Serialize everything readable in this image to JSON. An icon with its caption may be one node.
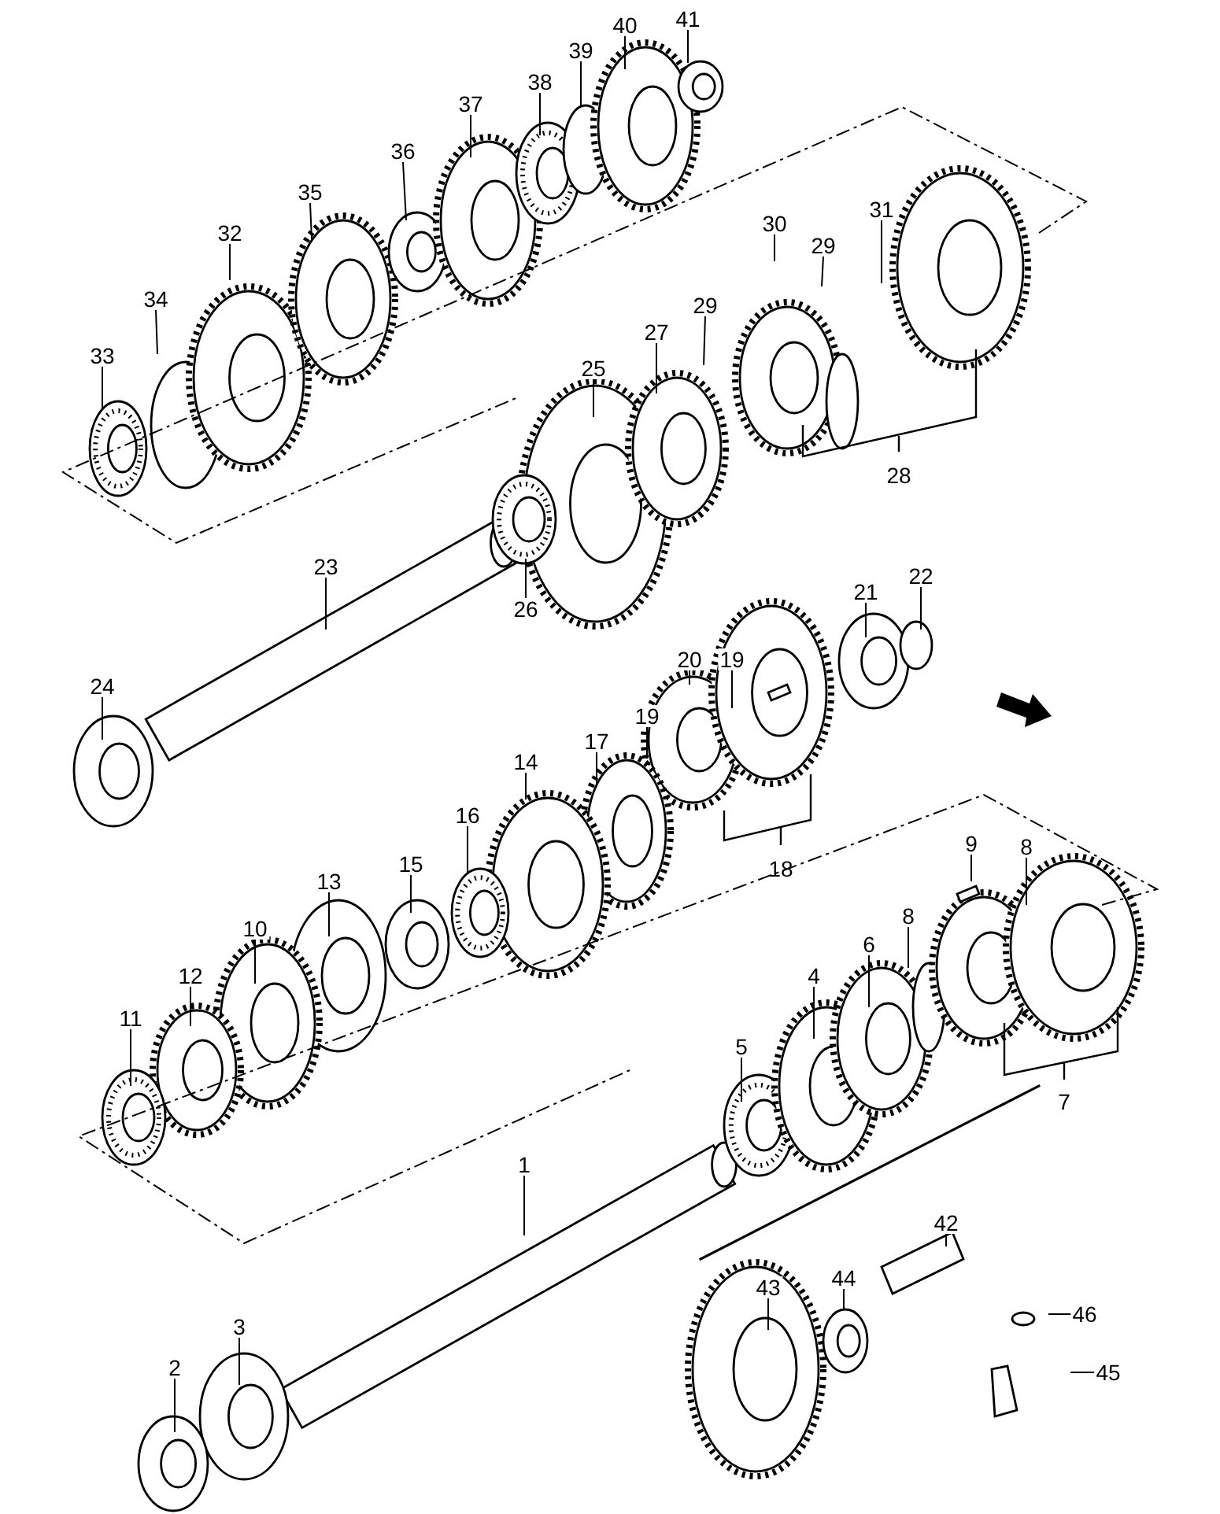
{
  "diagram": {
    "nodes": [
      {
        "text": [
          "41"
        ]
      },
      {
        "text": [
          "40"
        ]
      },
      {
        "text": [
          "39"
        ]
      },
      {
        "text": [
          "38"
        ]
      },
      {
        "text": [
          "37"
        ]
      },
      {
        "text": [
          "36"
        ]
      },
      {
        "text": [
          "35"
        ]
      },
      {
        "text": [
          "30"
        ]
      },
      {
        "text": [
          "31"
        ]
      },
      {
        "text": [
          "32"
        ]
      },
      {
        "text": [
          "29"
        ]
      },
      {
        "text": [
          "34"
        ]
      },
      {
        "text": [
          "29"
        ]
      },
      {
        "text": [
          "27"
        ]
      },
      {
        "text": [
          "33"
        ]
      },
      {
        "text": [
          "25"
        ]
      },
      {
        "text": [
          "22"
        ]
      },
      {
        "text": [
          "23"
        ]
      },
      {
        "text": [
          "21"
        ]
      },
      {
        "text": [
          "26"
        ]
      },
      {
        "text": [
          "20"
        ]
      },
      {
        "text": [
          "19"
        ]
      },
      {
        "text": [
          "24"
        ]
      },
      {
        "text": [
          "17"
        ]
      },
      {
        "text": [
          "19"
        ]
      },
      {
        "text": [
          "14"
        ]
      },
      {
        "text": [
          "16"
        ]
      },
      {
        "text": [
          "9"
        ]
      },
      {
        "text": [
          "8"
        ]
      },
      {
        "text": [
          "15"
        ]
      },
      {
        "text": [
          "13"
        ]
      },
      {
        "text": [
          "8"
        ]
      },
      {
        "text": [
          "10"
        ]
      },
      {
        "text": [
          "6"
        ]
      },
      {
        "text": [
          "12"
        ]
      },
      {
        "text": [
          "4"
        ]
      },
      {
        "text": [
          "11"
        ]
      },
      {
        "text": [
          "5"
        ]
      },
      {
        "text": [
          "1"
        ]
      },
      {
        "text": [
          "42"
        ]
      },
      {
        "text": [
          "44"
        ]
      },
      {
        "text": [
          "43"
        ]
      },
      {
        "text": [
          "46"
        ]
      },
      {
        "text": [
          "3"
        ]
      },
      {
        "text": [
          "2"
        ]
      },
      {
        "text": [
          "45"
        ]
      }
    ],
    "edges": [
      {
        "from": 0,
        "to": null,
        "arrow": "none"
      },
      {
        "from": 1,
        "to": null,
        "arrow": "none"
      },
      {
        "from": 2,
        "to": null,
        "arrow": "none"
      },
      {
        "from": 3,
        "to": null,
        "arrow": "none"
      },
      {
        "from": 4,
        "to": null,
        "arrow": "none"
      },
      {
        "from": 5,
        "to": null,
        "arrow": "none"
      },
      {
        "from": 6,
        "to": null,
        "arrow": "none"
      },
      {
        "from": 7,
        "to": null,
        "arrow": "none"
      },
      {
        "from": 8,
        "to": null,
        "arrow": "none"
      },
      {
        "from": 9,
        "to": null,
        "arrow": "none"
      },
      {
        "from": 10,
        "to": null,
        "arrow": "none"
      },
      {
        "from": 11,
        "to": null,
        "arrow": "none"
      },
      {
        "from": 12,
        "to": null,
        "arrow": "none"
      },
      {
        "from": 13,
        "to": null,
        "arrow": "none"
      },
      {
        "from": 14,
        "to": null,
        "arrow": "none"
      },
      {
        "from": 15,
        "to": null,
        "arrow": "none"
      },
      {
        "from": 16,
        "to": null,
        "arrow": "none"
      },
      {
        "from": 17,
        "to": null,
        "arrow": "none"
      },
      {
        "from": 18,
        "to": null,
        "arrow": "none"
      },
      {
        "from": 19,
        "to": null,
        "arrow": "none"
      },
      {
        "from": 20,
        "to": null,
        "arrow": "none"
      },
      {
        "from": 21,
        "to": null,
        "arrow": "none"
      },
      {
        "from": 22,
        "to": null,
        "arrow": "none"
      },
      {
        "from": 23,
        "to": null,
        "arrow": "none"
      },
      {
        "from": 24,
        "to": null,
        "arrow": "none"
      },
      {
        "from": 25,
        "to": null,
        "arrow": "none"
      },
      {
        "from": 26,
        "to": null,
        "arrow": "none"
      },
      {
        "from": 27,
        "to": null,
        "arrow": "none"
      },
      {
        "from": 28,
        "to": null,
        "arrow": "none"
      },
      {
        "from": 29,
        "to": null,
        "arrow": "none"
      },
      {
        "from": 30,
        "to": null,
        "arrow": "none"
      },
      {
        "from": 31,
        "to": null,
        "arrow": "none"
      },
      {
        "from": 32,
        "to": null,
        "arrow": "none"
      },
      {
        "from": 33,
        "to": null,
        "arrow": "none"
      },
      {
        "from": 34,
        "to": null,
        "arrow": "none"
      },
      {
        "from": 35,
        "to": null,
        "arrow": "none"
      },
      {
        "from": 36,
        "to": null,
        "arrow": "none"
      },
      {
        "from": 37,
        "to": null,
        "arrow": "none"
      },
      {
        "from": 38,
        "to": null,
        "arrow": "none"
      },
      {
        "from": 39,
        "to": null,
        "arrow": "none"
      },
      {
        "from": 40,
        "to": null,
        "arrow": "none"
      },
      {
        "from": 41,
        "to": null,
        "arrow": "none"
      },
      {
        "from": 42,
        "to": null,
        "arrow": "none"
      },
      {
        "from": 43,
        "to": null,
        "arrow": "none"
      },
      {
        "from": 44,
        "to": null,
        "arrow": "none"
      },
      {
        "from": 45,
        "to": null,
        "arrow": "none"
      }
    ],
    "labels": [
      "28",
      "18",
      "7"
    ]
  }
}
